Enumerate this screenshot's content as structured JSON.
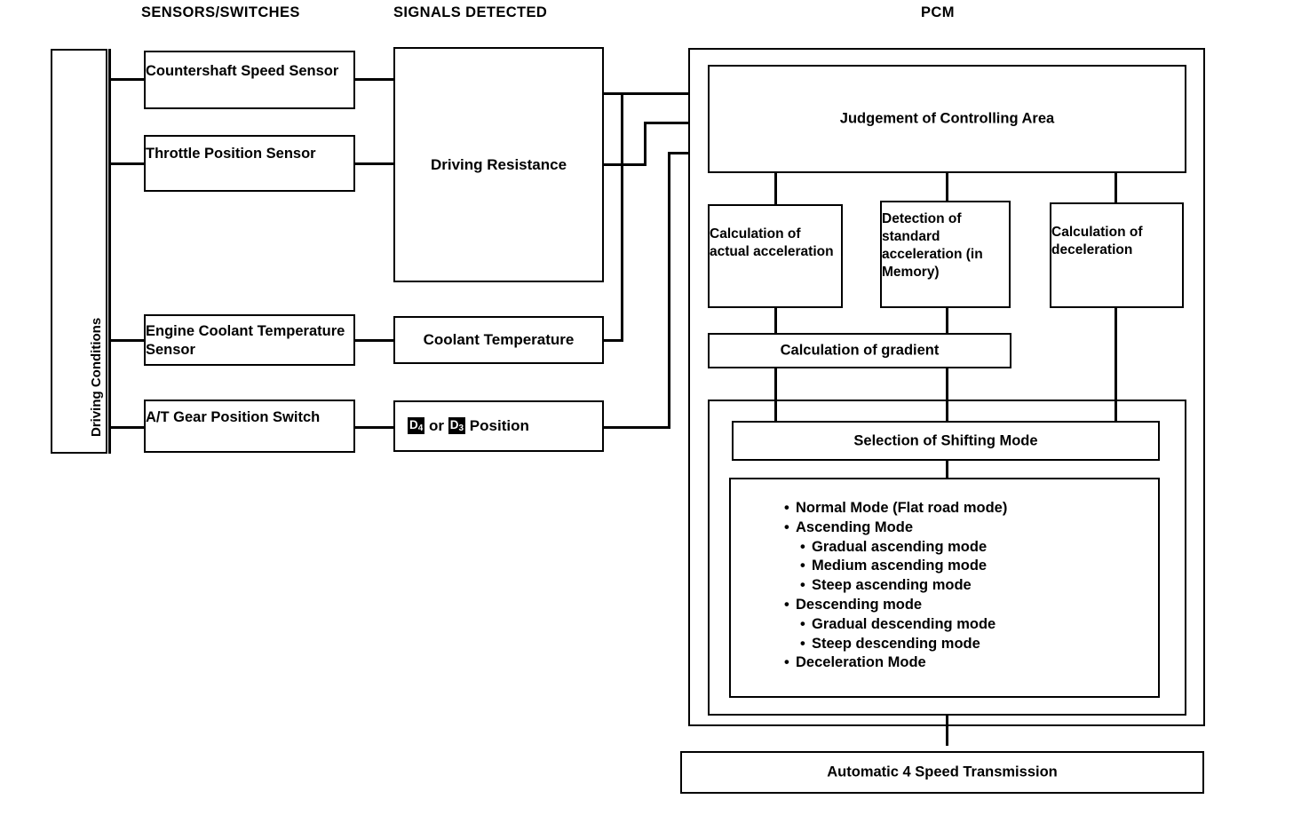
{
  "headers": {
    "sensors": "SENSORS/SWITCHES",
    "signals": "SIGNALS DETECTED",
    "pcm": "PCM"
  },
  "driving_conditions": {
    "label": "Driving Conditions"
  },
  "sensors": [
    {
      "id": "countershaft-speed-sensor",
      "label": "Countershaft Speed Sensor"
    },
    {
      "id": "throttle-position-sensor",
      "label": "Throttle Position Sensor"
    },
    {
      "id": "engine-coolant-temperature-sensor",
      "label": "Engine Coolant Temperature Sensor"
    },
    {
      "id": "at-gear-position-switch",
      "label": "A/T Gear Position Switch"
    }
  ],
  "signals": [
    {
      "id": "driving-resistance",
      "label": "Driving Resistance"
    },
    {
      "id": "coolant-temperature",
      "label": "Coolant Temperature"
    },
    {
      "id": "gear-position",
      "label_prefix": "",
      "d4": "D4",
      "mid": " or ",
      "d3": "D3",
      "label_suffix": " Position"
    }
  ],
  "pcm": {
    "judgement": "Judgement of Controlling Area",
    "calc_actual_acceleration": "Calculation of actual acceleration",
    "detection_standard_acceleration": "Detection of standard acceleration (in Memory)",
    "calc_deceleration": "Calculation of deceleration",
    "calc_gradient": "Calculation of gradient",
    "selection_of_shifting_mode": "Selection of Shifting Mode",
    "modes": [
      {
        "level": 1,
        "bullet": "•",
        "text": "Normal Mode (Flat road mode)"
      },
      {
        "level": 1,
        "bullet": "•",
        "text": "Ascending Mode"
      },
      {
        "level": 2,
        "bullet": "•",
        "text": "Gradual ascending mode"
      },
      {
        "level": 2,
        "bullet": "•",
        "text": "Medium ascending mode"
      },
      {
        "level": 2,
        "bullet": "•",
        "text": "Steep ascending mode"
      },
      {
        "level": 1,
        "bullet": "•",
        "text": "Descending mode"
      },
      {
        "level": 2,
        "bullet": "•",
        "text": "Gradual descending mode"
      },
      {
        "level": 2,
        "bullet": "•",
        "text": "Steep descending mode"
      },
      {
        "level": 1,
        "bullet": "•",
        "text": "Deceleration Mode"
      }
    ]
  },
  "output": {
    "transmission": "Automatic 4 Speed Transmission"
  },
  "colors": {
    "ink": "#000000",
    "paper": "#ffffff"
  }
}
